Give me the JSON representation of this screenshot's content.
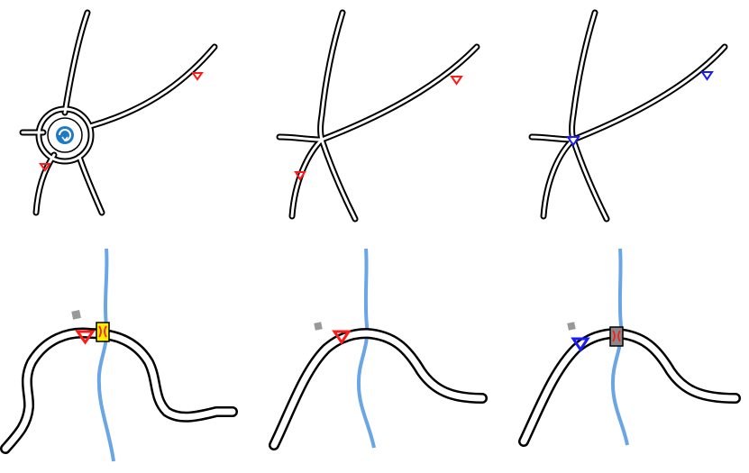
{
  "colors": {
    "road_casing": "#000000",
    "road_fill": "#ffffff",
    "river": "#6aa5e6",
    "marker_red": "#ff1a1a",
    "marker_blue": "#1a1aff",
    "roundabout_icon": "#1f7ac6",
    "bridge_yellow": "#ffee00",
    "bridge_grey": "#8a8a8a",
    "building": "#999999"
  },
  "panels": [
    {
      "id": "roundabout",
      "markers": [
        "red",
        "red"
      ],
      "has_roundabout": true
    },
    {
      "id": "crossing",
      "markers": [
        "red",
        "red"
      ]
    },
    {
      "id": "crossing-generalized",
      "markers": [
        "blue"
      ]
    },
    {
      "id": "bridge-original",
      "markers": [
        "red"
      ],
      "bridge": "yellow"
    },
    {
      "id": "bridge-simplified",
      "markers": [
        "red"
      ]
    },
    {
      "id": "bridge-generalized",
      "markers": [
        "blue"
      ],
      "bridge": "grey"
    }
  ]
}
